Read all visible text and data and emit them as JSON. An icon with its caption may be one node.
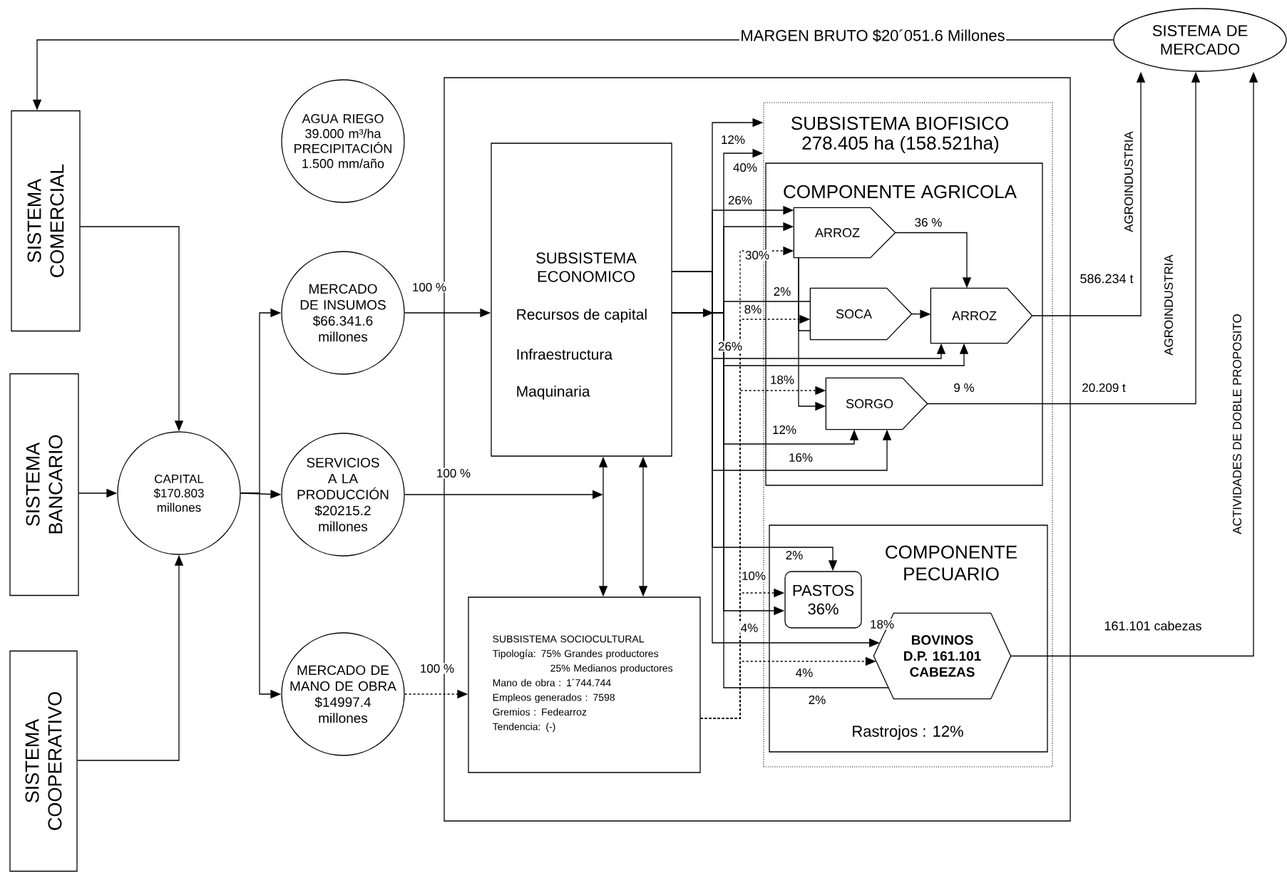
{
  "diagram": {
    "nodes": [
      {
        "text": [
          "SISTEMA COMERCIAL"
        ]
      },
      {
        "text": [
          "SISTEMA BANCARIO"
        ]
      },
      {
        "text": [
          "SISTEMA COOPERATIVO"
        ]
      },
      {
        "text": [
          "CAPITAL $170.803 millones"
        ]
      },
      {
        "text": [
          "AGUA RIEGO 39.000 m³/ha PRECIPITACIÓN 1.500 mm/año"
        ]
      },
      {
        "text": [
          "MERCADO DE INSUMOS $66.341.6 millones"
        ]
      },
      {
        "text": [
          "SERVICIOS A LA PRODUCCIÓN $20215.2 millones"
        ]
      },
      {
        "text": [
          "MERCADO DE MANO DE OBRA $14997.4 millones"
        ]
      },
      {
        "text": [],
        "shape": "box"
      },
      {
        "text": [
          "SUBSISTEMA ECONOMICO",
          "Recursos de capital",
          "Infraestructura",
          "Maquinaria"
        ],
        "in": 8
      },
      {
        "text": [
          "SUBSISTEMA SOCIOCULTURAL",
          "Tipología: 75% Grandes productores",
          "25% Medianos productores",
          "Mano de obra : 1´744.744",
          "Empleos generados : 7598",
          "Gremios : Fedearroz",
          "Tendencia: (-)"
        ],
        "in": 8
      },
      {
        "text": [
          "SUBSISTEMA BIOFISICO",
          "278.405 ha (158.521ha)"
        ],
        "in": 8
      },
      {
        "text": [
          "COMPONENTE AGRICOLA"
        ],
        "in": 11
      },
      {
        "text": [
          "ARROZ"
        ],
        "in": 12
      },
      {
        "text": [
          "SOCA"
        ],
        "in": 12
      },
      {
        "text": [
          "ARROZ"
        ],
        "in": 12
      },
      {
        "text": [
          "SORGO"
        ],
        "in": 12
      },
      {
        "text": [
          "COMPONENTE PECUARIO",
          "Rastrojos : 12%"
        ],
        "in": 11
      },
      {
        "text": [
          "PASTOS 36%"
        ],
        "in": 17
      },
      {
        "text": [
          "BOVINOS D.P. 161.101 CABEZAS"
        ],
        "in": 17
      },
      {
        "text": [
          "SISTEMA DE MERCADO"
        ]
      }
    ],
    "edges": [
      {
        "from": 20,
        "to": 0,
        "arrow": "to",
        "label": "MARGEN BRUTO $20´051.6 Millones"
      },
      {
        "from": 0,
        "to": 3,
        "arrow": "to"
      },
      {
        "from": 1,
        "to": 3,
        "arrow": "to"
      },
      {
        "from": 2,
        "to": 3,
        "arrow": "to"
      },
      {
        "from": 3,
        "to": 5,
        "arrow": "to"
      },
      {
        "from": 3,
        "to": 6,
        "arrow": "to"
      },
      {
        "from": 3,
        "to": 7,
        "arrow": "to"
      },
      {
        "from": 5,
        "to": 9,
        "arrow": "to",
        "label": "100 %"
      },
      {
        "from": 6,
        "to": null,
        "arrow": "to",
        "label": "100 %"
      },
      {
        "from": 7,
        "to": 10,
        "arrow": "to",
        "label": "100 %",
        "style": "dashed"
      },
      {
        "from": 9,
        "to": 10,
        "arrow": "both"
      },
      {
        "from": 9,
        "to": 10,
        "arrow": "both"
      },
      {
        "from": 9,
        "to": null,
        "arrow": "to"
      },
      {
        "from": 9,
        "to": 11,
        "arrow": "to",
        "label": "12%"
      },
      {
        "from": 9,
        "to": 11,
        "arrow": "to",
        "label": "40%"
      },
      {
        "from": 9,
        "to": 13,
        "arrow": "to",
        "label": "26%"
      },
      {
        "from": 9,
        "to": 13,
        "arrow": "to"
      },
      {
        "from": 10,
        "to": 13,
        "arrow": "to",
        "label": "30%",
        "style": "dashed"
      },
      {
        "from": 9,
        "to": 14,
        "arrow": "none",
        "label": "2%"
      },
      {
        "from": 10,
        "to": 14,
        "arrow": "to",
        "label": "8%",
        "style": "dashed"
      },
      {
        "from": 13,
        "to": 14,
        "arrow": "none"
      },
      {
        "from": 9,
        "to": 15,
        "arrow": "to",
        "label": "26%"
      },
      {
        "from": 9,
        "to": 15,
        "arrow": "to"
      },
      {
        "from": 13,
        "to": 15,
        "arrow": "to",
        "label": "36 %"
      },
      {
        "from": 14,
        "to": 15,
        "arrow": "to"
      },
      {
        "from": 10,
        "to": 16,
        "arrow": "to",
        "label": "18%",
        "style": "dashed"
      },
      {
        "from": 13,
        "to": 16,
        "arrow": "to"
      },
      {
        "from": 9,
        "to": 16,
        "arrow": "to",
        "label": "12%"
      },
      {
        "from": 9,
        "to": 16,
        "arrow": "to",
        "label": "16%"
      },
      {
        "from": 9,
        "to": 18,
        "arrow": "to",
        "label": "2%"
      },
      {
        "from": 10,
        "to": 18,
        "arrow": "to",
        "label": "10%",
        "style": "dashed"
      },
      {
        "from": 9,
        "to": 18,
        "arrow": "to",
        "label": "4%"
      },
      {
        "from": 9,
        "to": 19,
        "arrow": "to",
        "label": "18%"
      },
      {
        "from": 10,
        "to": 19,
        "arrow": "to",
        "label": "4%",
        "style": "dashed"
      },
      {
        "from": 9,
        "to": 19,
        "arrow": "none",
        "label": "2%"
      },
      {
        "from": 15,
        "to": 20,
        "arrow": "to",
        "label": "586.234 t"
      },
      {
        "from": 16,
        "to": 20,
        "arrow": "to",
        "label": "9 %"
      },
      {
        "from": 19,
        "to": 20,
        "arrow": "to",
        "label": "161.101 cabezas"
      }
    ],
    "labels": [
      "AGROINDUSTRIA",
      "AGROINDUSTRIA",
      "20.209 t",
      "ACTIVIDADES DE DOBLE PROPOSITO"
    ]
  }
}
